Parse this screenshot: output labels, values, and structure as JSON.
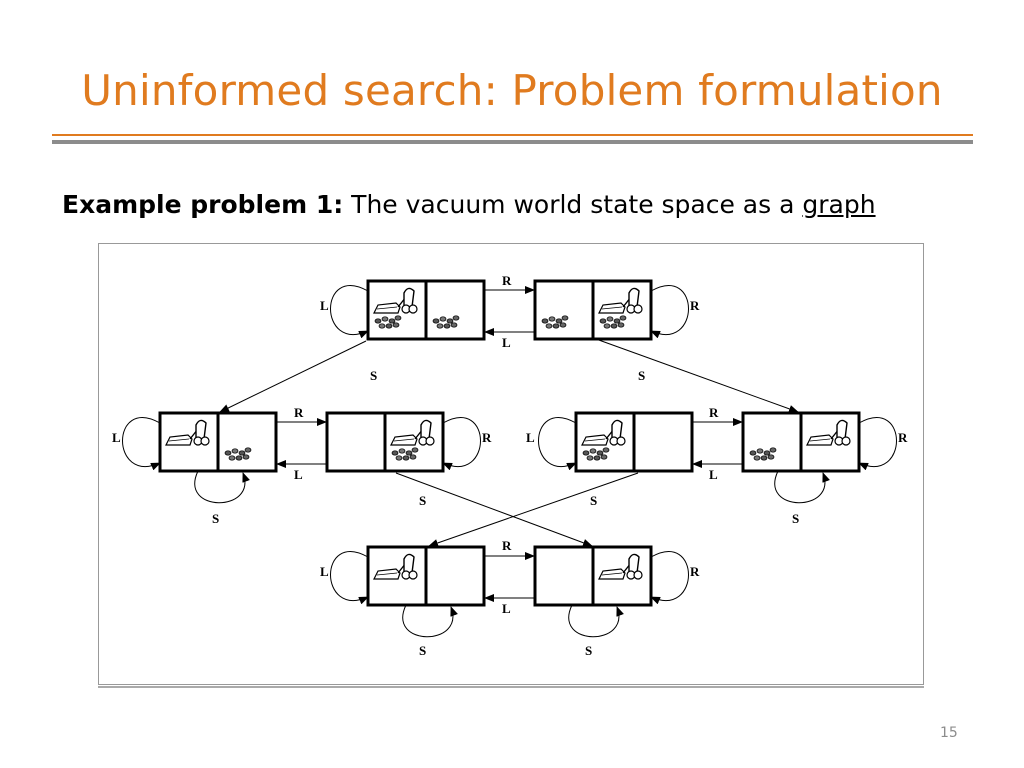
{
  "slide": {
    "title": "Uninformed search: Problem formulation",
    "subtitle_bold": "Example problem 1:",
    "subtitle_rest": "The vacuum world state space as a ",
    "subtitle_link": "graph",
    "page_number": "15"
  },
  "diagram": {
    "action_labels": {
      "right": "R",
      "left": "L",
      "suck": "S"
    },
    "states": [
      {
        "id": "s1",
        "agent": "left",
        "dirt_left": true,
        "dirt_right": true
      },
      {
        "id": "s2",
        "agent": "right",
        "dirt_left": true,
        "dirt_right": true
      },
      {
        "id": "s3",
        "agent": "left",
        "dirt_left": false,
        "dirt_right": true
      },
      {
        "id": "s4",
        "agent": "right",
        "dirt_left": false,
        "dirt_right": true
      },
      {
        "id": "s5",
        "agent": "left",
        "dirt_left": true,
        "dirt_right": false
      },
      {
        "id": "s6",
        "agent": "right",
        "dirt_left": true,
        "dirt_right": false
      },
      {
        "id": "s7",
        "agent": "left",
        "dirt_left": false,
        "dirt_right": false
      },
      {
        "id": "s8",
        "agent": "right",
        "dirt_left": false,
        "dirt_right": false
      }
    ]
  }
}
